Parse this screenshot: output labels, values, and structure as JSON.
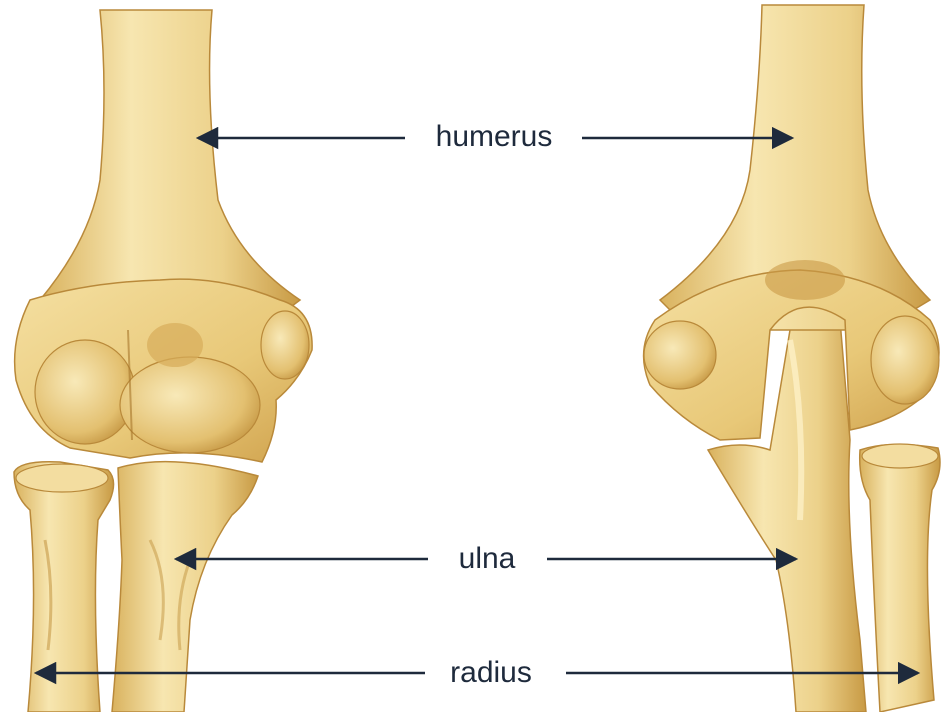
{
  "labels": {
    "humerus": "humerus",
    "ulna": "ulna",
    "radius": "radius"
  },
  "colors": {
    "bone_base": "#ecd18a",
    "bone_light": "#f7e6b0",
    "bone_shadow": "#c89a44",
    "bone_dark": "#a8772c",
    "arrow": "#1e2a3c",
    "background": "#ffffff"
  }
}
